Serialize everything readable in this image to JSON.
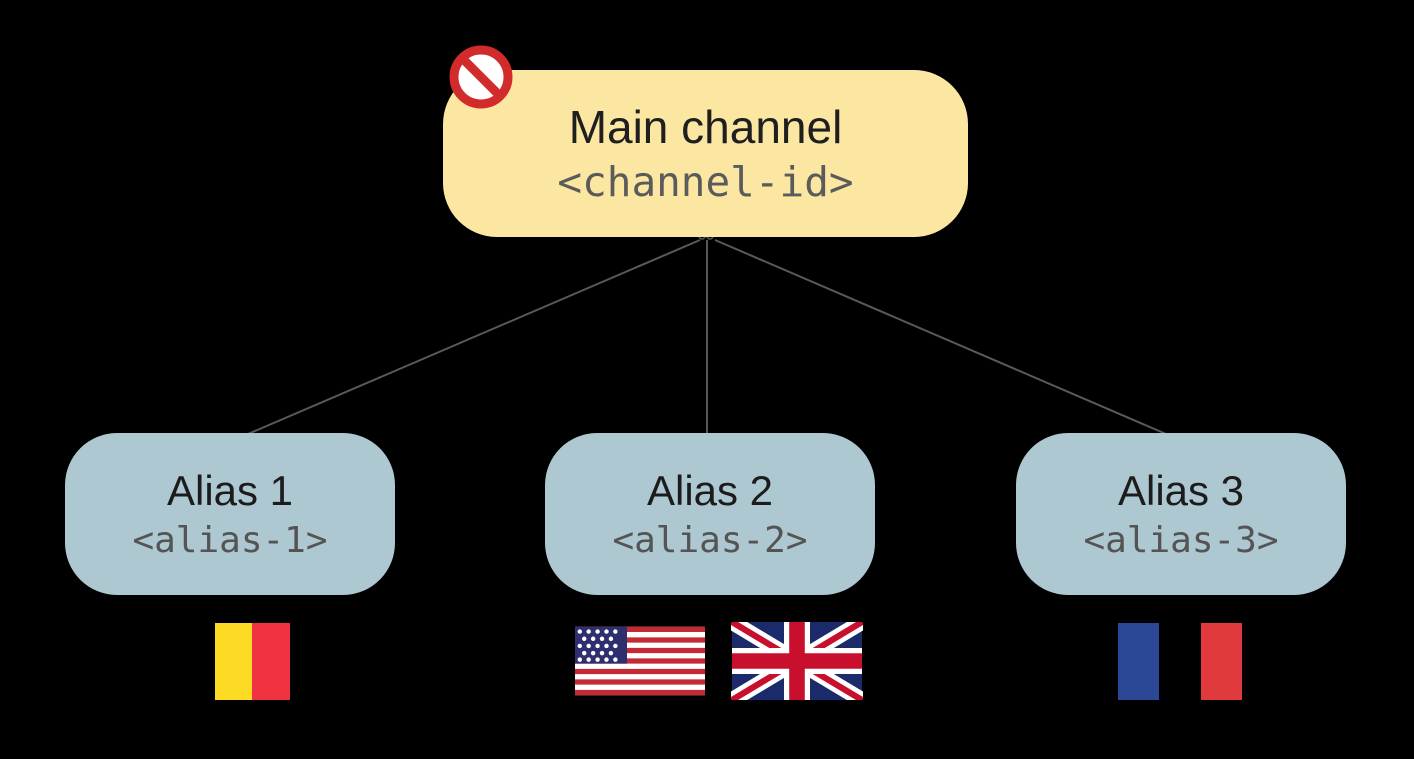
{
  "main_channel": {
    "title": "Main channel",
    "code": "<channel-id>",
    "icon": "no-entry-icon"
  },
  "aliases": [
    {
      "title": "Alias 1",
      "code": "<alias-1>",
      "flags": [
        "belgium-flag"
      ]
    },
    {
      "title": "Alias 2",
      "code": "<alias-2>",
      "flags": [
        "usa-flag",
        "uk-flag"
      ]
    },
    {
      "title": "Alias 3",
      "code": "<alias-3>",
      "flags": [
        "france-flag"
      ]
    }
  ],
  "colors": {
    "background": "#000000",
    "main_box": "#FBE7A1",
    "alias_box": "#ADC8D1",
    "heading_text": "#1F1F1F",
    "code_text": "#5B5B5B",
    "connector_line": "#595959",
    "no_entry_red": "#D22B2B",
    "belgium": [
      "#000000",
      "#FDDA24",
      "#EF3340"
    ],
    "france": [
      "#2C4796",
      "transparent",
      "#E03A3C"
    ],
    "usa": [
      "#C32A34",
      "#FFFFFF",
      "#2E2F6E"
    ],
    "uk": [
      "#1B2A6B",
      "#FFFFFF",
      "#C8102E"
    ]
  }
}
